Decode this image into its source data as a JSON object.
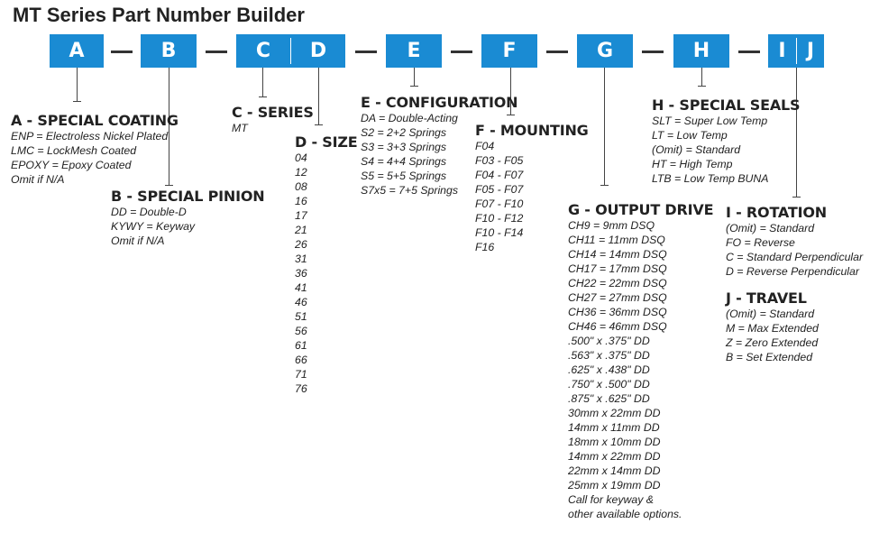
{
  "title": "MT Series Part Number Builder",
  "accent_color": "#1a8bd3",
  "boxes": {
    "a": "A",
    "b": "B",
    "c": "C",
    "d": "D",
    "e": "E",
    "f": "F",
    "g": "G",
    "h": "H",
    "i": "I",
    "j": "J"
  },
  "sections": {
    "a": {
      "heading": "A - SPECIAL COATING",
      "options": [
        "ENP = Electroless Nickel Plated",
        "LMC = LockMesh Coated",
        "EPOXY = Epoxy Coated",
        "Omit if N/A"
      ]
    },
    "b": {
      "heading": "B - SPECIAL PINION",
      "options": [
        "DD = Double-D",
        "KYWY = Keyway",
        "Omit if N/A"
      ]
    },
    "c": {
      "heading": "C - SERIES",
      "options": [
        "MT"
      ]
    },
    "d": {
      "heading": "D - SIZE",
      "options": [
        "04",
        "12",
        "08",
        "16",
        "17",
        "21",
        "26",
        "31",
        "36",
        "41",
        "46",
        "51",
        "56",
        "61",
        "66",
        "71",
        "76"
      ]
    },
    "e": {
      "heading": "E - CONFIGURATION",
      "options": [
        "DA = Double-Acting",
        "S2 = 2+2 Springs",
        "S3 = 3+3 Springs",
        "S4 = 4+4 Springs",
        "S5 = 5+5 Springs",
        "S7x5 = 7+5 Springs"
      ]
    },
    "f": {
      "heading": "F - MOUNTING",
      "options": [
        "F04",
        "F03 - F05",
        "F04 - F07",
        "F05 - F07",
        "F07 - F10",
        "F10 - F12",
        "F10 - F14",
        "F16"
      ]
    },
    "g": {
      "heading": "G - OUTPUT DRIVE",
      "options": [
        "CH9 = 9mm DSQ",
        "CH11 = 11mm DSQ",
        "CH14 = 14mm DSQ",
        "CH17 = 17mm DSQ",
        "CH22 = 22mm DSQ",
        "CH27 = 27mm DSQ",
        "CH36 = 36mm DSQ",
        "CH46 = 46mm DSQ",
        ".500\" x .375\" DD",
        ".563\" x .375\" DD",
        ".625\" x .438\" DD",
        ".750\" x .500\" DD",
        ".875\" x .625\" DD",
        "30mm x 22mm DD",
        "14mm x 11mm DD",
        "18mm x 10mm DD",
        "14mm x 22mm DD",
        "22mm x 14mm DD",
        "25mm x 19mm DD",
        "Call for keyway &",
        "other available options."
      ]
    },
    "h": {
      "heading": "H - SPECIAL SEALS",
      "options": [
        "SLT = Super Low Temp",
        "LT = Low Temp",
        "(Omit) = Standard",
        "HT = High Temp",
        "LTB = Low Temp BUNA"
      ]
    },
    "i": {
      "heading": "I - ROTATION",
      "options": [
        "(Omit) = Standard",
        "FO = Reverse",
        "C = Standard Perpendicular",
        "D = Reverse Perpendicular"
      ]
    },
    "j": {
      "heading": "J - TRAVEL",
      "options": [
        "(Omit) = Standard",
        "M = Max Extended",
        "Z = Zero Extended",
        "B = Set Extended"
      ]
    }
  }
}
